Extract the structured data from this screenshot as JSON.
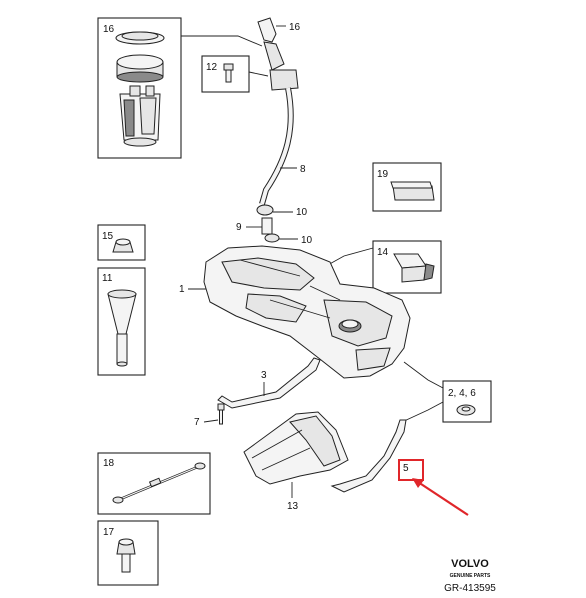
{
  "callouts": {
    "c1": "1",
    "c2": "2, 4, 6",
    "c3": "3",
    "c5": "5",
    "c7": "7",
    "c8": "8",
    "c9": "9",
    "c10a": "10",
    "c10b": "10",
    "c11": "11",
    "c12": "12",
    "c13": "13",
    "c14": "14",
    "c15": "15",
    "c16a": "16",
    "c16b": "16",
    "c17": "17",
    "c18": "18",
    "c19": "19"
  },
  "brand": {
    "logo": "VOLVO",
    "tagline": "GENUINE PARTS",
    "ref": "GR-413595"
  },
  "highlight": {
    "color": "#e0262a",
    "target": "5"
  }
}
